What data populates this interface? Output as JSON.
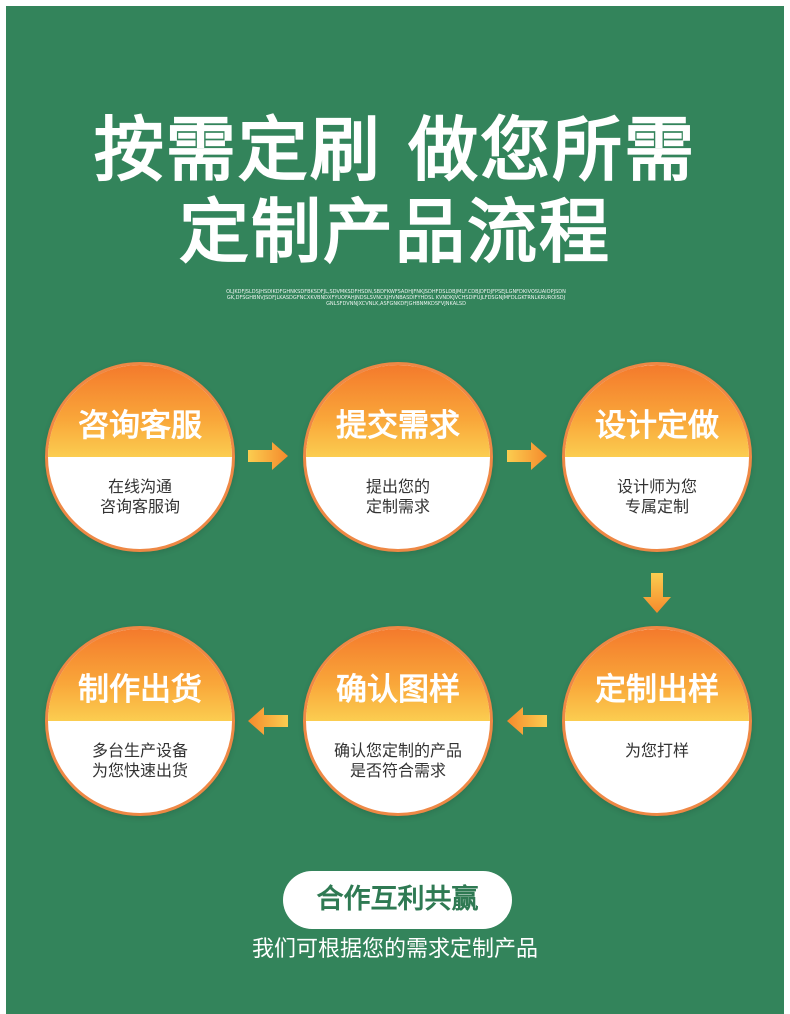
{
  "title": {
    "line1": "按需定刷 做您所需",
    "line2": "定制产品流程"
  },
  "tiny_text": "OLJKDFJSLDSJHSDIKDFGHNKSDFBKSDFJL,SDVMKSDFHSDN,SBDFKWFSADHJFNKJSDHFDSLDBJMLF.CDBJDFDJFPSEJLGNFDKIVOSUAIOPJSDNGK,DFSGHBNVJSDFJLKASDGFNCXKVBNDXFYUOFAHJNDSLSVNCXJHVNBASDIFYHDSL KVNDKJVCHSDIFUJLFDSGNJMFDLGKTRNLKRUROISDJGNLSFDVNNJXCVNLK,ASFGNKDFJGHBNMKDSFVJNKALSD",
  "steps": [
    {
      "title": "咨询客服",
      "line1": "在线沟通",
      "line2": "咨询客服询"
    },
    {
      "title": "提交需求",
      "line1": "提出您的",
      "line2": "定制需求"
    },
    {
      "title": "设计定做",
      "line1": "设计师为您",
      "line2": "专属定制"
    },
    {
      "title": "定制出样",
      "line1": "为您打样",
      "line2": ""
    },
    {
      "title": "确认图样",
      "line1": "确认您定制的产品",
      "line2": "是否符合需求"
    },
    {
      "title": "制作出货",
      "line1": "多台生产设备",
      "line2": "为您快速出货"
    }
  ],
  "cta": {
    "label": "合作互利共赢",
    "subtitle": "我们可根据您的需求定制产品"
  },
  "colors": {
    "background": "#33845b",
    "accent": "#f7932e",
    "accent_light": "#fbcd50"
  },
  "icons": {
    "arrow_right": "arrow-right-icon",
    "arrow_down": "arrow-down-icon",
    "arrow_left": "arrow-left-icon"
  }
}
